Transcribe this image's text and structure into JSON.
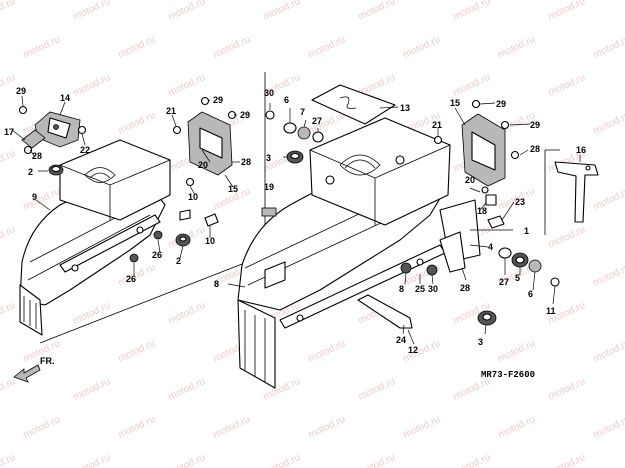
{
  "watermark": "motod.ru",
  "diagram_code": "MR73-F2600",
  "direction_label": "FR.",
  "callouts": {
    "left": [
      "29",
      "14",
      "17",
      "28",
      "22",
      "2",
      "9",
      "21",
      "29",
      "29",
      "20",
      "28",
      "15",
      "10",
      "10",
      "2",
      "26",
      "26"
    ],
    "right": [
      "30",
      "6",
      "7",
      "27",
      "3",
      "13",
      "15",
      "29",
      "21",
      "29",
      "28",
      "20",
      "16",
      "18",
      "23",
      "19",
      "1",
      "8",
      "4",
      "27",
      "5",
      "6",
      "11",
      "28",
      "8",
      "25",
      "30",
      "3",
      "24",
      "12"
    ]
  },
  "colors": {
    "line": "#000000",
    "watermark": "#e6a0a0",
    "fill": "#ffffff"
  }
}
